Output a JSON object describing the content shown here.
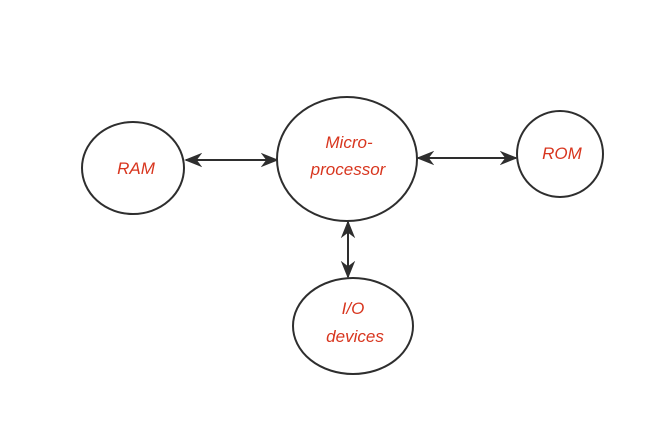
{
  "diagram": {
    "type": "block-diagram",
    "colors": {
      "node_stroke": "#2e2e2e",
      "label_text": "#d8361f",
      "edge_stroke": "#2e2e2e",
      "background": "#ffffff"
    },
    "nodes": [
      {
        "id": "ram",
        "lines": [
          "RAM"
        ]
      },
      {
        "id": "microprocessor",
        "lines": [
          "Micro-",
          "processor"
        ]
      },
      {
        "id": "rom",
        "lines": [
          "ROM"
        ]
      },
      {
        "id": "io",
        "lines": [
          "I/O",
          "devices"
        ]
      }
    ],
    "edges": [
      {
        "from": "ram",
        "to": "microprocessor",
        "direction": "bidirectional"
      },
      {
        "from": "microprocessor",
        "to": "rom",
        "direction": "bidirectional"
      },
      {
        "from": "microprocessor",
        "to": "io",
        "direction": "bidirectional"
      }
    ]
  }
}
